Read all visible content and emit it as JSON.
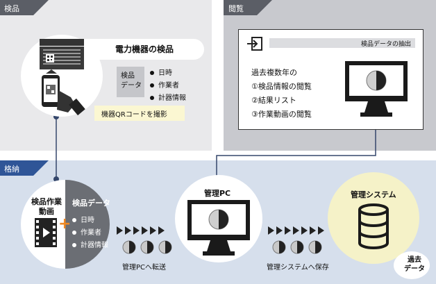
{
  "sections": {
    "inspection": "検品",
    "viewing": "閲覧",
    "storage": "格納"
  },
  "inspection": {
    "title": "電力機器の検品",
    "data_label": "検品\nデータ",
    "data_items": [
      "日時",
      "作業者",
      "計器情報"
    ],
    "caption": "機器QRコードを撮影"
  },
  "viewing": {
    "extract_label": "検品データの抽出",
    "lines": [
      "過去複数年の",
      "①検品情報の閲覧",
      "②結果リスト",
      "③作業動画の閲覧"
    ]
  },
  "storage": {
    "video_label": "検品作業\n動画",
    "data_label": "検品データ",
    "data_items": [
      "日時",
      "作業者",
      "計器情報"
    ],
    "pc_title": "管理PC",
    "system_title": "管理システム",
    "transfer_label": "管理PCへ転送",
    "save_label": "管理システムへ保存",
    "past_data": "過去\nデータ"
  },
  "colors": {
    "gray_panel": "#e9e9eb",
    "dark_gray_panel": "#c8c9ce",
    "blue_panel": "#d6dfec",
    "dark_tab": "#5b5e66",
    "blue_tab": "#2f5597",
    "cream_circle": "#f5f2c8",
    "caption_bg": "#fbf7d2",
    "connector": "#34466b"
  }
}
